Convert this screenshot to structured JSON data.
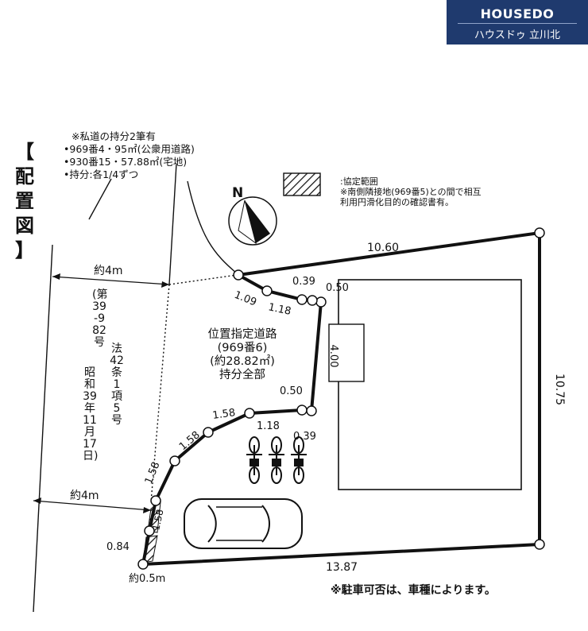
{
  "badge": {
    "brand": "HOUSEDO",
    "branch": "ハウスドゥ 立川北",
    "colors": {
      "bg": "#1f3a6e",
      "text": "#ffffff"
    }
  },
  "title": {
    "chars": [
      "【",
      "配",
      "置",
      "図",
      "】"
    ]
  },
  "private_road_note": {
    "lines": [
      "※私道の持分2筆有",
      "•969番4・95㎡(公衆用道路)",
      "•930番15・57.88㎡(宅地)",
      "•持分:各1/4ずつ"
    ]
  },
  "legend": {
    "line1": ":協定範囲",
    "line2": "※南側隣接地(969番5)との間で相互",
    "line3": "利用円滑化目的の確認書有。"
  },
  "compass": {
    "label": "N"
  },
  "road": {
    "width_upper": "約4m",
    "width_lower": "約4m",
    "legal_chars_col1": "(第39-982号",
    "legal_chars_col2": "法42条1項5号",
    "legal_chars_col3": "昭和39年11月17日)"
  },
  "designated_road": {
    "lines": [
      "位置指定道路",
      "(969番6)",
      "(約28.82㎡)",
      "持分全部"
    ]
  },
  "dimensions": {
    "top": "10.60",
    "right": "10.75",
    "bottom": "13.87",
    "d_109": "1.09",
    "d_118a": "1.18",
    "d_039a": "0.39",
    "d_050a": "0.50",
    "d_400": "4.00",
    "d_050b": "0.50",
    "d_118b": "1.18",
    "d_039b": "0.39",
    "d_158a": "1.58",
    "d_158b": "1.58",
    "d_158c": "1.58",
    "d_158d": "1.58",
    "d_084": "0.84",
    "d_05": "約0.5m"
  },
  "parking_note": "※駐車可否は、車種によります。"
}
